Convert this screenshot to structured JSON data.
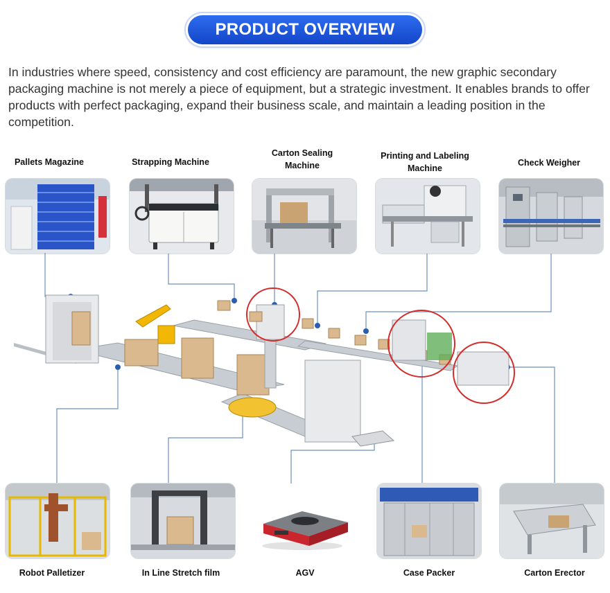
{
  "header": {
    "title": "PRODUCT OVERVIEW"
  },
  "intro": "In industries where speed, consistency and cost efficiency are paramount, the new graphic secondary packaging machine is not merely a piece of equipment, but a strategic investment. It enables brands to offer products with perfect packaging, expand their business scale, and maintain a leading position in the competition.",
  "top_machines": [
    {
      "label": "Pallets Magazine",
      "icon": "pallet-stack-photo"
    },
    {
      "label": "Strapping Machine",
      "icon": "strapping-machine-photo"
    },
    {
      "label": "Carton Sealing Machine",
      "icon": "carton-sealer-photo"
    },
    {
      "label": "Printing and Labeling Machine",
      "icon": "labeler-photo"
    },
    {
      "label": "Check Weigher",
      "icon": "checkweigher-photo"
    }
  ],
  "bottom_machines": [
    {
      "label": "Robot Palletizer",
      "icon": "palletizer-cell-photo"
    },
    {
      "label": "In Line Stretch film",
      "icon": "stretch-wrapper-photo"
    },
    {
      "label": "AGV",
      "icon": "agv-robot-photo"
    },
    {
      "label": "Case Packer",
      "icon": "case-packer-photo"
    },
    {
      "label": "Carton Erector",
      "icon": "carton-erector-photo"
    }
  ],
  "colors": {
    "accent": "#1a56db",
    "highlight": "#d42b2b",
    "callout_line": "#6b8fbf",
    "box": "#d9b98d",
    "robot": "#f2b705"
  }
}
